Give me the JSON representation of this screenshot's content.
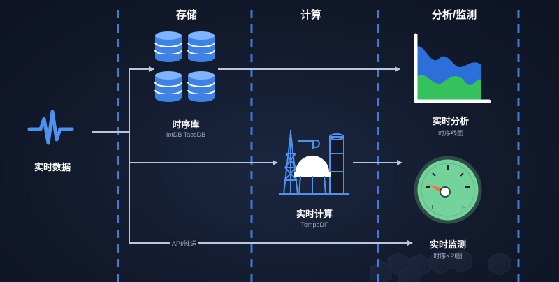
{
  "columns": {
    "storage": "存储",
    "compute": "计算",
    "analysis": "分析/监测"
  },
  "source": {
    "label": "实时数据",
    "icon": "pulse-wave-icon"
  },
  "nodes": {
    "tsdb": {
      "title": "时序库",
      "subtitle": "IotDB TaosDB",
      "icon": "database-stack-icon"
    },
    "compute": {
      "title": "实时计算",
      "subtitle": "TempoDF",
      "icon": "industrial-plant-icon"
    },
    "analysis": {
      "title": "实时分析",
      "subtitle": "时序线图",
      "icon": "area-chart-icon"
    },
    "monitor": {
      "title": "实时监测",
      "subtitle": "时序KPI图",
      "icon": "gauge-icon"
    }
  },
  "edges": {
    "api_push": "API/推送"
  },
  "gauge": {
    "empty_label": "E",
    "full_label": "F"
  },
  "colors": {
    "divider": "#3d7bd6",
    "arrow": "#b9c6dc",
    "database": "#4e92f0",
    "chart_blue": "#2d6fd8",
    "chart_green": "#35c25d",
    "gauge_face": "#74d39a",
    "needle": "#ff6a3d"
  }
}
